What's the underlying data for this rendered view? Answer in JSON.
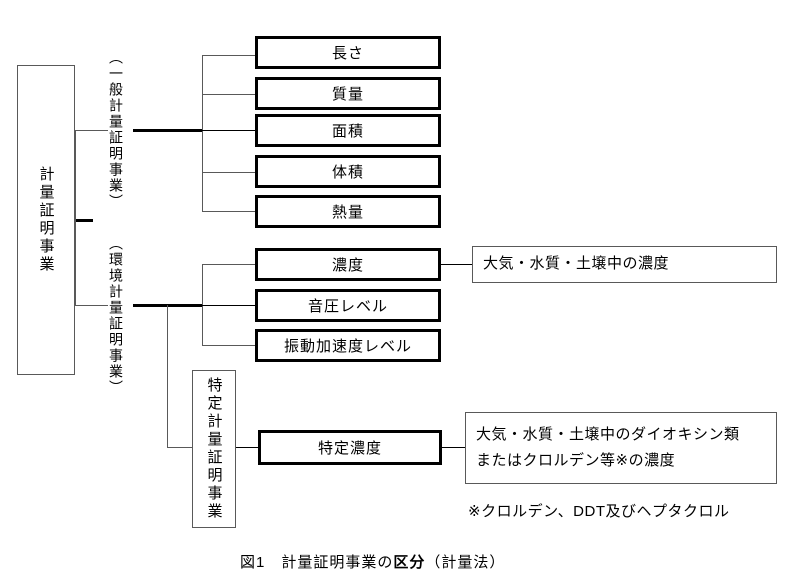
{
  "diagram": {
    "root": {
      "label": "計量証明事業"
    },
    "branches": [
      {
        "id": "general",
        "label": "（一般計量証明事業）"
      },
      {
        "id": "environment",
        "label": "（環境計量証明事業）"
      },
      {
        "id": "specified",
        "label": "特定計量証明事業"
      }
    ],
    "general_items": [
      {
        "label": "長さ"
      },
      {
        "label": "質量"
      },
      {
        "label": "面積"
      },
      {
        "label": "体積"
      },
      {
        "label": "熱量"
      }
    ],
    "environment_items": [
      {
        "label": "濃度"
      },
      {
        "label": "音圧レベル"
      },
      {
        "label": "振動加速度レベル"
      }
    ],
    "specified_items": [
      {
        "label": "特定濃度"
      }
    ],
    "detail_concentration": {
      "lines": [
        "大気・水質・土壌中の濃度"
      ]
    },
    "detail_specified": {
      "lines": [
        "大気・水質・土壌中のダイオキシン類",
        "またはクロルデン等※の濃度"
      ]
    },
    "footnote": "※クロルデン、DDT及びヘプタクロル",
    "caption": {
      "prefix": "図1　計量証明事業の",
      "emphasis": "区分",
      "suffix": "（計量法）"
    }
  },
  "colors": {
    "line": "#595959",
    "line_dark": "#000000",
    "box_border_thick": "#000000",
    "box_border_thin": "#595959",
    "background": "#ffffff",
    "text": "#000000"
  }
}
